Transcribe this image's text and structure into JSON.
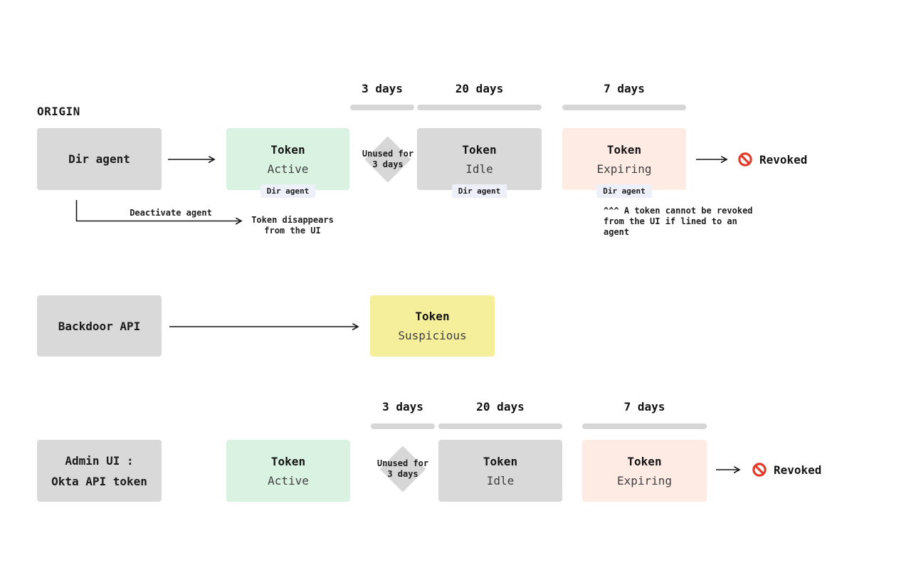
{
  "origin_label": "ORIGIN",
  "colors": {
    "box_gray": "#d9d9d9",
    "box_green": "#d9f2e1",
    "box_yellow": "#f5ee9b",
    "box_pink": "#fdebe4",
    "badge_bg": "#edf0f8",
    "timeline_bar": "#d6d6d6",
    "diamond_gray": "#d7d7d7",
    "arrow": "#141414",
    "revoked_red": "#e23a2b",
    "state_text": "#3f3f3f"
  },
  "icons": {
    "revoked": "no-entry-icon"
  },
  "rows": {
    "dir_agent": {
      "source": "Dir agent",
      "timeline": [
        {
          "label": "3 days"
        },
        {
          "label": "20 days"
        },
        {
          "label": "7 days"
        }
      ],
      "active": {
        "title": "Token",
        "state": "Active",
        "badge": "Dir agent"
      },
      "condition": {
        "line1": "Unused for",
        "line2": "3 days"
      },
      "idle": {
        "title": "Token",
        "state": "Idle",
        "badge": "Dir agent"
      },
      "expiring": {
        "title": "Token",
        "state": "Expiring",
        "badge": "Dir agent"
      },
      "revoked_label": "Revoked",
      "deactivate_label": "Deactivate agent",
      "disappear": {
        "line1": "Token disappears",
        "line2": "from the UI"
      },
      "note": {
        "line1": "^^^ A token cannot be revoked",
        "line2": "from the UI if lined to an",
        "line3": "agent"
      }
    },
    "backdoor": {
      "source": "Backdoor API",
      "suspicious": {
        "title": "Token",
        "state": "Suspicious"
      }
    },
    "admin": {
      "source": {
        "line1": "Admin UI :",
        "line2": "Okta API token"
      },
      "timeline": [
        {
          "label": "3 days"
        },
        {
          "label": "20 days"
        },
        {
          "label": "7 days"
        }
      ],
      "active": {
        "title": "Token",
        "state": "Active"
      },
      "condition": {
        "line1": "Unused for",
        "line2": "3 days"
      },
      "idle": {
        "title": "Token",
        "state": "Idle"
      },
      "expiring": {
        "title": "Token",
        "state": "Expiring"
      },
      "revoked_label": "Revoked"
    }
  }
}
